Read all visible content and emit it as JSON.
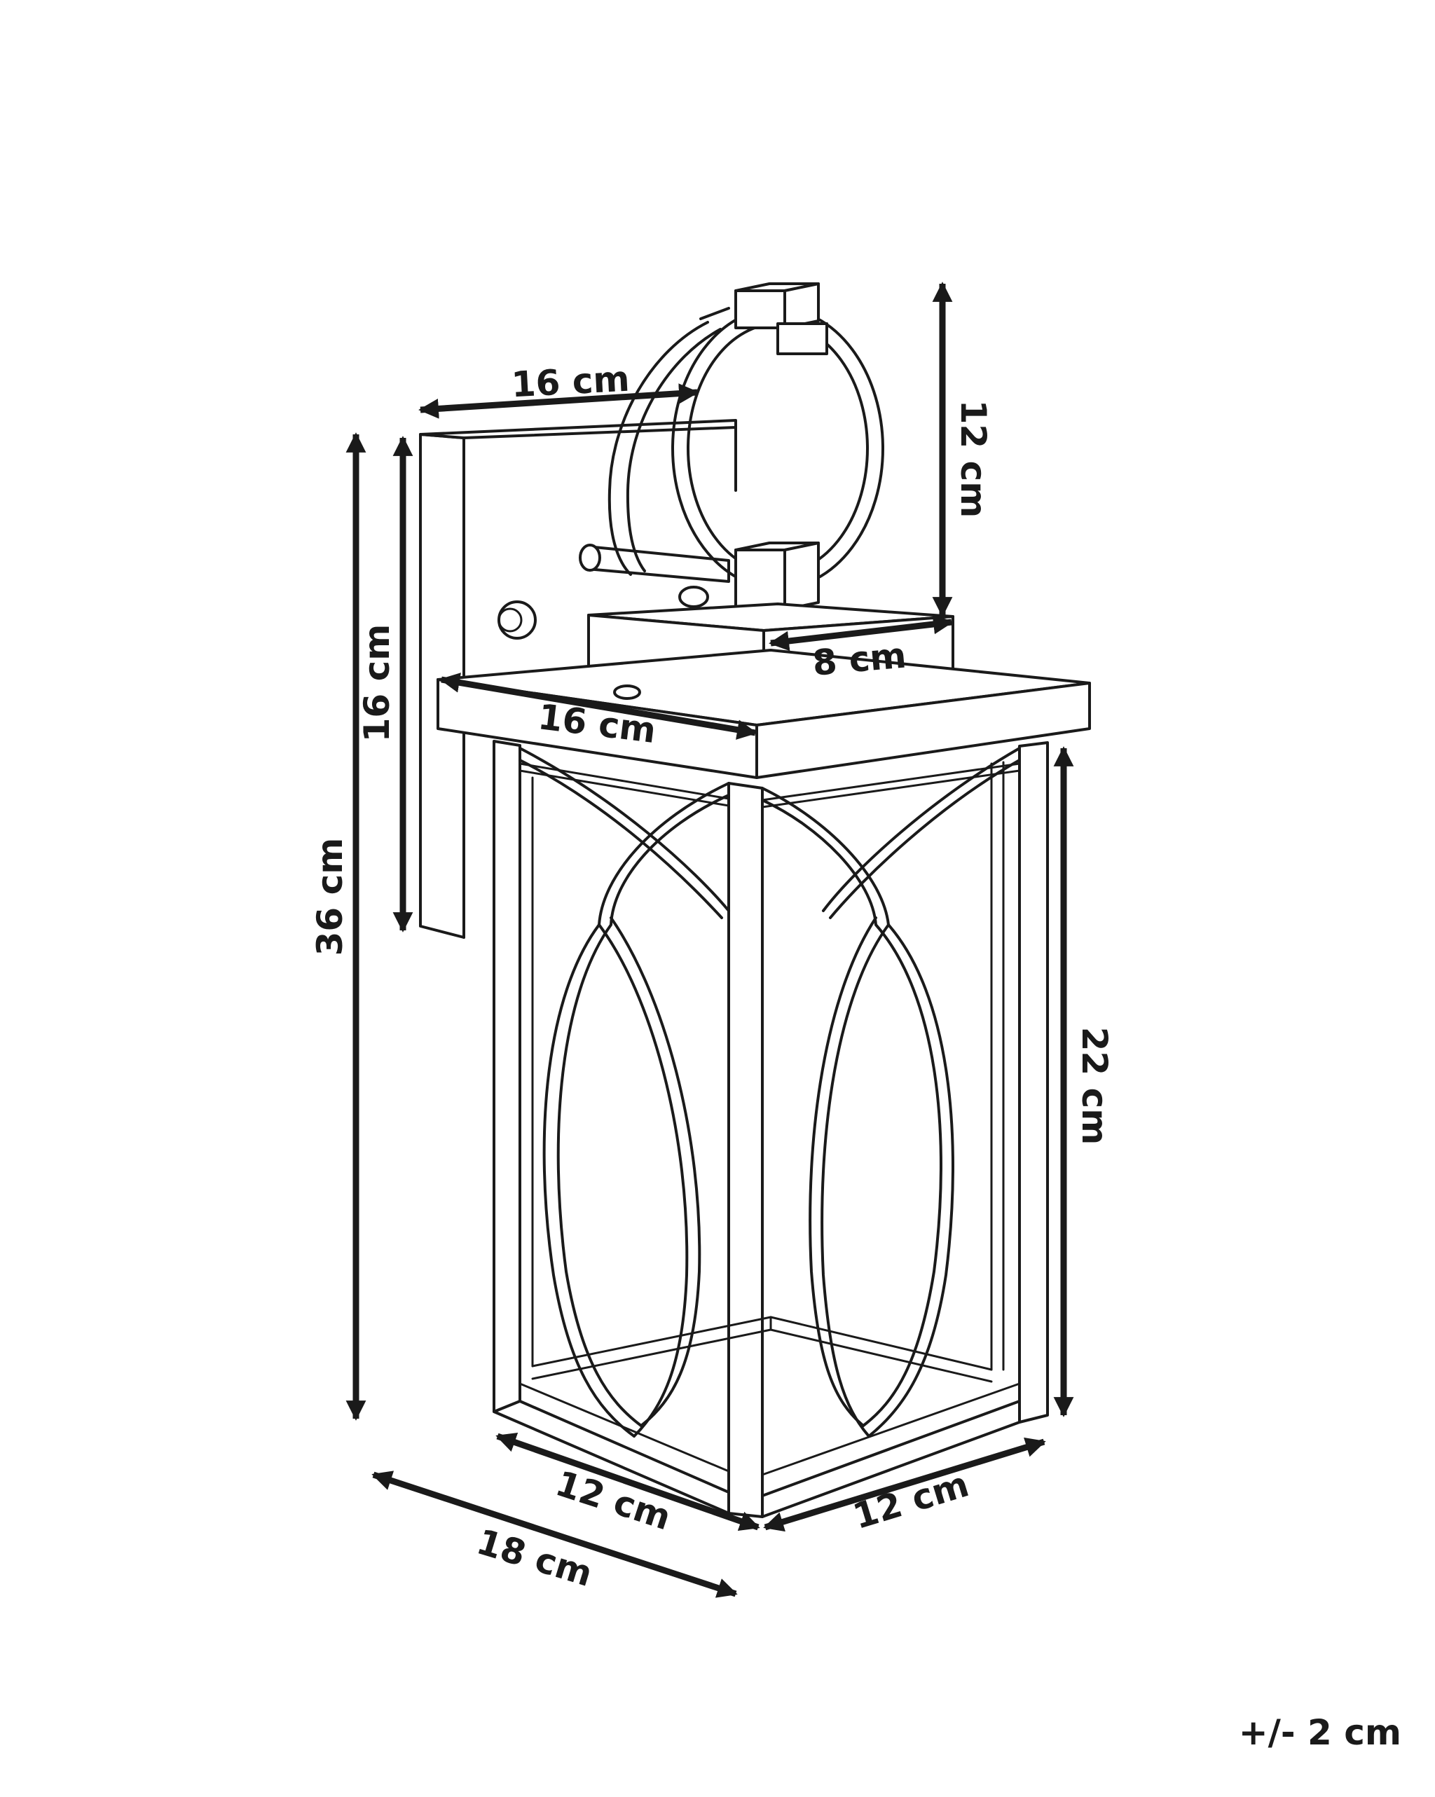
{
  "diagram": {
    "tolerance": "+/- 2 cm",
    "dimensions": {
      "ring_depth": "16 cm",
      "ring_height": "12 cm",
      "backplate_height": "16 cm",
      "total_height": "36 cm",
      "cap_width": "8 cm",
      "roof_width": "16 cm",
      "body_height": "22 cm",
      "base_left": "12 cm",
      "base_right": "12 cm",
      "total_depth": "18 cm"
    }
  }
}
